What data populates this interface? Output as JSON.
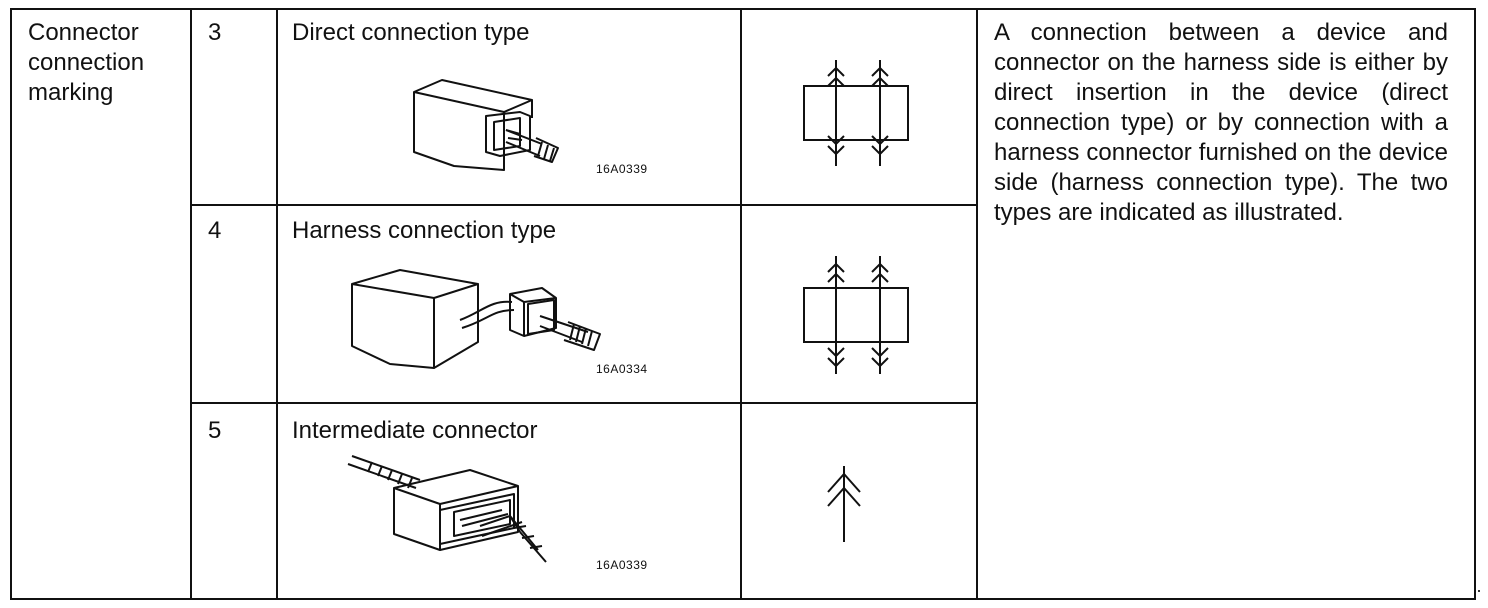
{
  "category": {
    "label_lines": [
      "Connector",
      "connection",
      "marking"
    ]
  },
  "rows": [
    {
      "number": "3",
      "title": "Direct connection type",
      "figure_code": "16A0339",
      "illustration": "device-with-direct-connector",
      "symbol": "direct-connection-symbol"
    },
    {
      "number": "4",
      "title": "Harness connection type",
      "figure_code": "16A0334",
      "illustration": "device-with-harness-connector",
      "symbol": "harness-connection-symbol"
    },
    {
      "number": "5",
      "title": "Intermediate connector",
      "figure_code": "16A0339",
      "illustration": "intermediate-connector",
      "symbol": "intermediate-connector-symbol"
    }
  ],
  "description": "A connection between a device and connector on the harness side is either by direct insertion in the device (direct connection type) or by connection with a harness connector furnished on the device side (harness connection type). The two types are indicated as illustrated."
}
